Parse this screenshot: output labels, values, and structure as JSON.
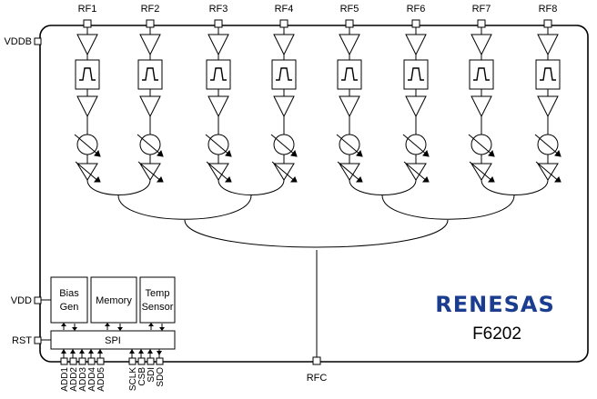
{
  "rf_ports": [
    "RF1",
    "RF2",
    "RF3",
    "RF4",
    "RF5",
    "RF6",
    "RF7",
    "RF8"
  ],
  "left_pins": {
    "vddb": "VDDB",
    "vdd": "VDD",
    "rst": "RST"
  },
  "blocks": {
    "bias_line1": "Bias",
    "bias_line2": "Gen",
    "memory": "Memory",
    "temp_line1": "Temp",
    "temp_line2": "Sensor",
    "spi": "SPI"
  },
  "address_pins": [
    "ADD1",
    "ADD2",
    "ADD3",
    "ADD4",
    "ADD5"
  ],
  "spi_pins": [
    "SCLK",
    "CSB",
    "SDI",
    "SDO"
  ],
  "common_port": "RFC",
  "brand": "RENESAS",
  "part_number": "F6202",
  "colors": {
    "brand": "#1a3d8f",
    "line": "#000000"
  }
}
